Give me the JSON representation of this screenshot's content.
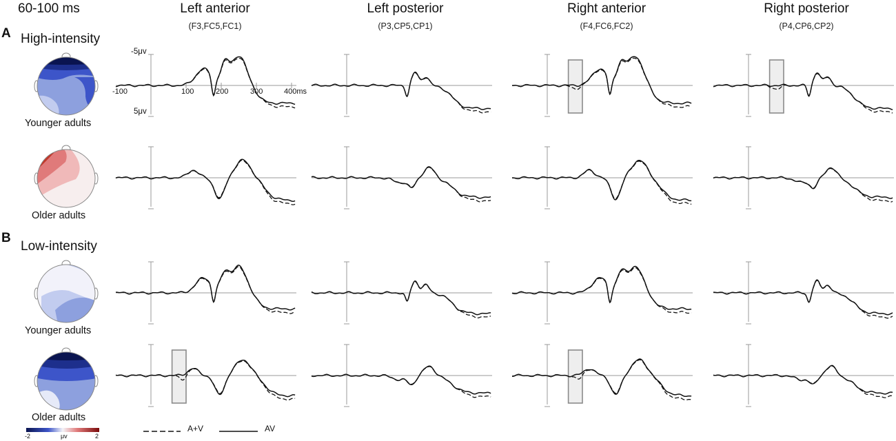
{
  "figure": {
    "time_window": "60-100 ms",
    "columns": [
      {
        "title": "Left anterior",
        "electrodes": "(F3,FC5,FC1)"
      },
      {
        "title": "Left posterior",
        "electrodes": "(P3,CP5,CP1)"
      },
      {
        "title": "Right anterior",
        "electrodes": "(F4,FC6,FC2)"
      },
      {
        "title": "Right posterior",
        "electrodes": "(P4,CP6,CP2)"
      }
    ],
    "panels": [
      {
        "letter": "A",
        "label": "High-intensity"
      },
      {
        "letter": "B",
        "label": "Low-intensity"
      }
    ],
    "groups": [
      "Younger adults",
      "Older adults",
      "Younger adults",
      "Older adults"
    ],
    "axis": {
      "y_top_label": "-5μv",
      "y_bottom_label": "5μv",
      "x_ticks": [
        "-100",
        "100",
        "200",
        "300",
        "400ms"
      ]
    },
    "legend": {
      "dashed": "A+V",
      "solid": "AV"
    },
    "colorbar": {
      "min": "-2",
      "unit": "μv",
      "max": "2"
    },
    "colors": {
      "negative": "#1d2f8c",
      "positive": "#c0392b",
      "trace": "#111111",
      "highlight": "#eeeeee"
    }
  },
  "chart_data": {
    "type": "line",
    "x_unit": "ms",
    "y_unit": "μV",
    "y_axis_inverted": true,
    "xlim": [
      -100,
      400
    ],
    "ylim": [
      5,
      -5
    ],
    "highlight_window_ms": [
      60,
      100
    ],
    "grid": false,
    "legend_placement": "bottom",
    "rows": [
      {
        "intensity": "High-intensity",
        "group": "Younger adults",
        "highlighted_columns": [
          2,
          3
        ]
      },
      {
        "intensity": "High-intensity",
        "group": "Older adults",
        "highlighted_columns": []
      },
      {
        "intensity": "Low-intensity",
        "group": "Younger adults",
        "highlighted_columns": []
      },
      {
        "intensity": "Low-intensity",
        "group": "Older adults",
        "highlighted_columns": [
          0,
          2
        ]
      }
    ],
    "series": [
      {
        "name": "A+V",
        "style": "dashed"
      },
      {
        "name": "AV",
        "style": "solid"
      }
    ]
  }
}
